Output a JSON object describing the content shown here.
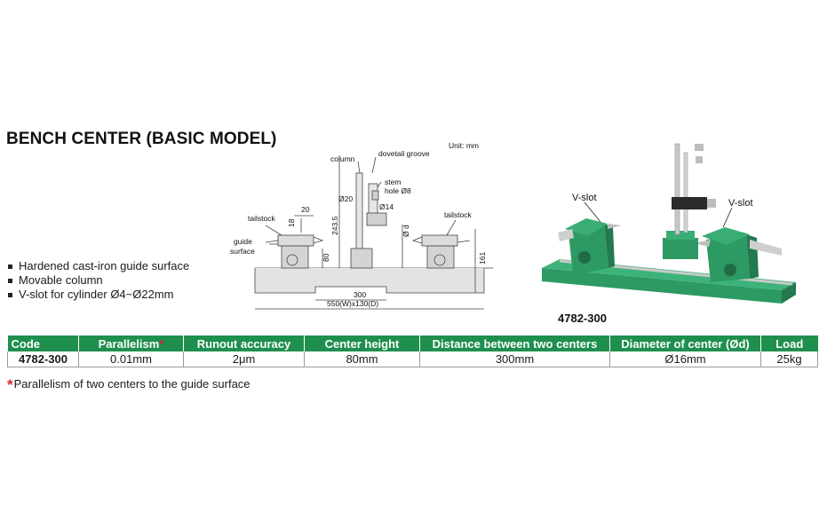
{
  "title": "BENCH CENTER (BASIC MODEL)",
  "features": [
    "Hardened cast-iron guide surface",
    "Movable column",
    "V-slot for cylinder Ø4~Ø22mm"
  ],
  "drawing": {
    "unit": "Unit: mm",
    "labels": {
      "column": "column",
      "dovetail": "dovetail groove",
      "stem": "stem",
      "hole": "hole Ø8",
      "phi20": "Ø20",
      "phi14": "Ø14",
      "phid": "Ø d",
      "tailstock_left": "tailstock",
      "tailstock_right": "tailstock",
      "guide": "guide",
      "surface": "surface",
      "dim20": "20",
      "dim18": "18",
      "dim2435": "243.5",
      "dim80": "80",
      "dim161": "161",
      "dim300": "300",
      "dim550": "550(W)x130(D)"
    }
  },
  "photo": {
    "vslot_left": "V-slot",
    "vslot_right": "V-slot",
    "model": "4782-300"
  },
  "table": {
    "headers": [
      "Code",
      "Parallelism",
      "Runout accuracy",
      "Center height",
      "Distance between two centers",
      "Diameter of center (Ød)",
      "Load"
    ],
    "row": [
      "4782-300",
      "0.01mm",
      "2μm",
      "80mm",
      "300mm",
      "Ø16mm",
      "25kg"
    ],
    "star": "*"
  },
  "footnote": {
    "star": "*",
    "text": "Parallelism of two centers to the guide surface"
  },
  "colors": {
    "header_bg": "#1f8f4e",
    "star": "#d9262b",
    "machine_green": "#2d9a63"
  }
}
